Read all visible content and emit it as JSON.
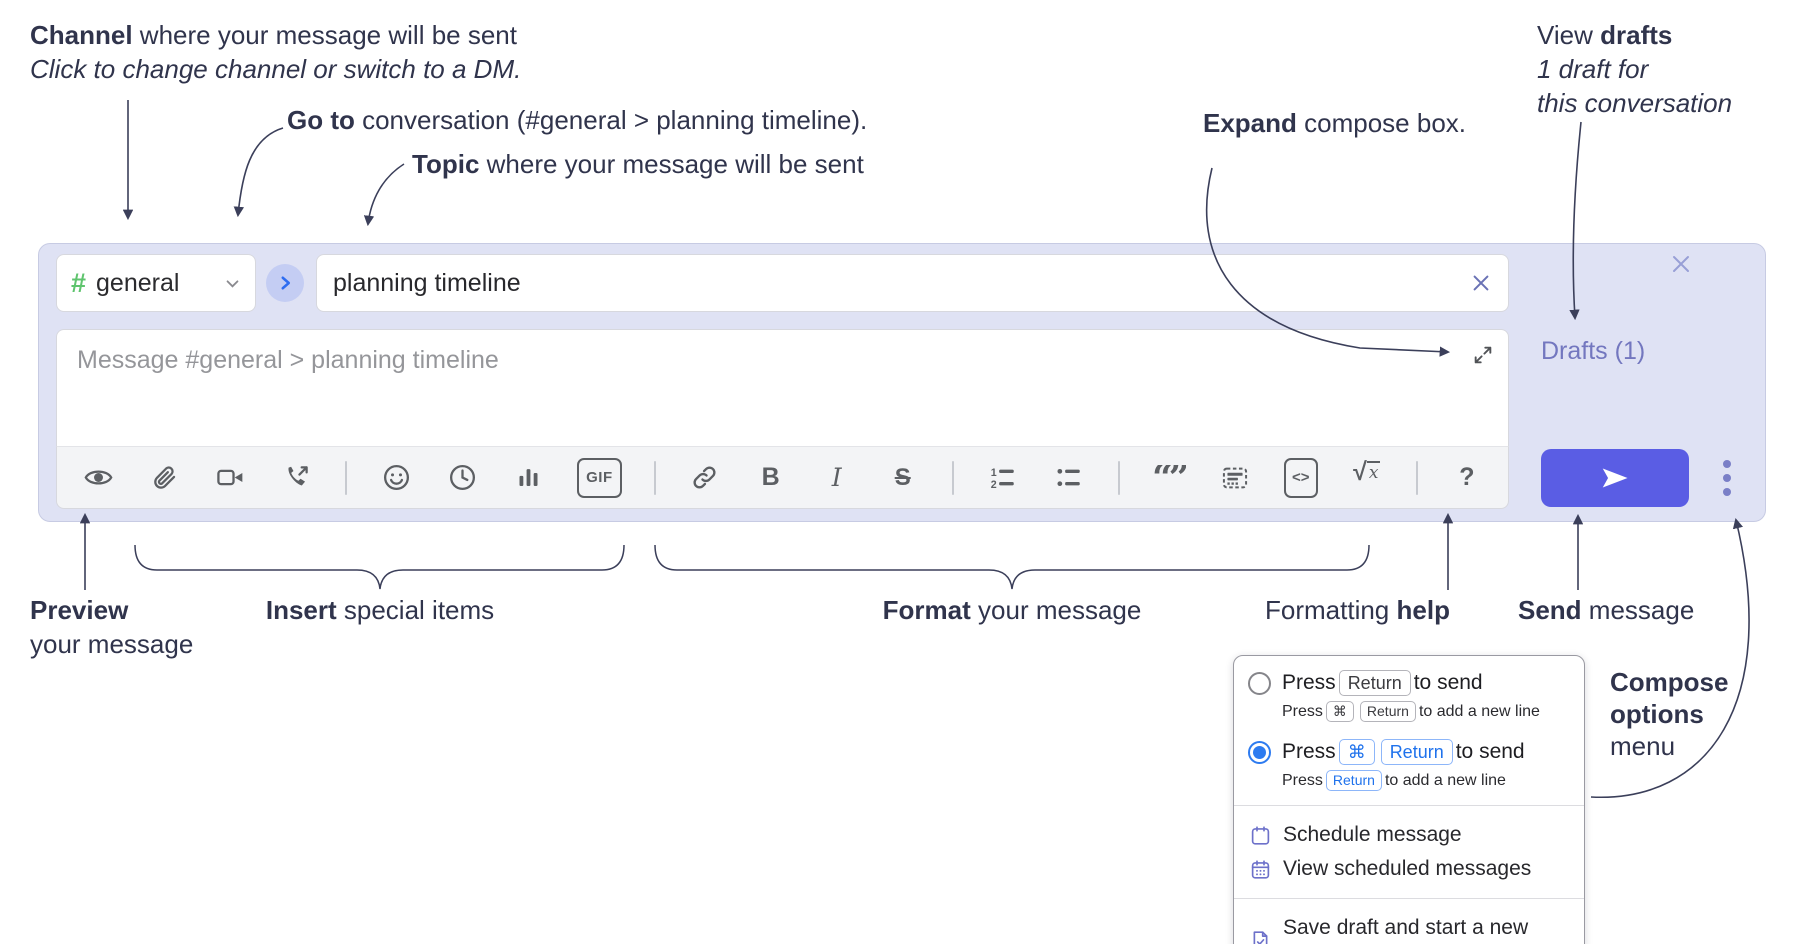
{
  "annotations": {
    "channel": {
      "bold": "Channel",
      "rest": " where your message will be sent",
      "sub": "Click to change channel or switch to a DM."
    },
    "goto": {
      "bold": "Go to",
      "rest": " conversation (#general > planning timeline)."
    },
    "topic": {
      "bold": "Topic",
      "rest": " where your message will be sent"
    },
    "drafts": {
      "pre": "View ",
      "bold": "drafts",
      "line2": "1 draft for",
      "line3": "this conversation"
    },
    "expand": {
      "bold": "Expand",
      "rest": " compose box."
    },
    "preview": {
      "bold": "Preview",
      "line2": "your message"
    },
    "insert": {
      "bold": "Insert",
      "rest": " special items"
    },
    "format": {
      "bold": "Format",
      "rest": " your message"
    },
    "formatting_help": {
      "pre": "Formatting ",
      "bold": "help"
    },
    "send": {
      "bold": "Send",
      "rest": " message"
    },
    "compose_options": {
      "line1": "Compose",
      "line2": "options",
      "line3": "menu"
    }
  },
  "compose": {
    "channel_hash": "#",
    "channel_name": "general",
    "topic_value": "planning timeline",
    "message_placeholder": "Message #general > planning timeline",
    "drafts_label": "Drafts (1)"
  },
  "toolbar": {
    "bold_label": "B",
    "italic_label": "I",
    "strike_label": "S",
    "gif_label": "GIF",
    "code_label": "<>",
    "quote_label": "“”",
    "math_root": "√",
    "math_var": "x",
    "help_label": "?",
    "icon_names": [
      "preview-eye",
      "attach-paperclip",
      "video-call",
      "voice-call",
      "emoji",
      "time",
      "poll",
      "gif",
      "link",
      "bold",
      "italic",
      "strikethrough",
      "numbered-list",
      "bulleted-list",
      "quote",
      "spoiler",
      "code",
      "math",
      "help"
    ]
  },
  "popup": {
    "option1": {
      "press": "Press",
      "kbd1": "Return",
      "tail": "to send",
      "sub_press": "Press",
      "sub_kbd1": "⌘",
      "sub_kbd2": "Return",
      "sub_tail": "to add a new line"
    },
    "option2": {
      "press": "Press",
      "kbd1": "⌘",
      "kbd2": "Return",
      "tail": "to send",
      "sub_press": "Press",
      "sub_kbd1": "Return",
      "sub_tail": "to add a new line"
    },
    "items": [
      {
        "label": "Schedule message"
      },
      {
        "label": "View scheduled messages"
      },
      {
        "label": "Save draft and start a new message"
      }
    ]
  },
  "colors": {
    "accent_send": "#5a5de4",
    "hash_green": "#5fc46e",
    "drafts_purple": "#7377bf",
    "kbd_blue": "#1f72ec",
    "compose_bg": "#dfe2f4",
    "annotation_ink": "#30344c"
  }
}
